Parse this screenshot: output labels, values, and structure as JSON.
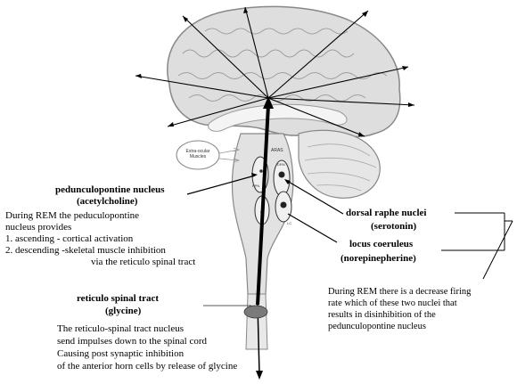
{
  "figure": {
    "small_labels": {
      "aras": "ARAS",
      "drn": "DRN",
      "lc": "LC",
      "ppn": "PPN",
      "extraocular": "Extra-ocular Muscles"
    }
  },
  "ppn_block": {
    "title": "pedunculopontine nucleus",
    "subtitle": "(acetylcholine)",
    "line1": "During REM the peduculopontine",
    "line2": "nucleus provides",
    "item1": "1. ascending - cortical activation",
    "item2": "2. descending -skeletal muscle inhibition",
    "item2b": "via the reticulo spinal tract"
  },
  "reticulo_block": {
    "title": "reticulo spinal tract",
    "subtitle": "(glycine)",
    "line1": "The reticulo-spinal tract nucleus",
    "line2": "send impulses down to the spinal cord",
    "line3": "Causing post synaptic inhibition",
    "line4": "of the anterior horn cells by release of glycine"
  },
  "raphe_block": {
    "title": "dorsal raphe nuclei",
    "subtitle": "(serotonin)"
  },
  "lc_block": {
    "title": "locus coeruleus",
    "subtitle": "(norepinepherine)"
  },
  "rem_note": {
    "line1": "During REM there is a decrease firing",
    "line2": "rate which of these two nuclei that",
    "line3": "results in disinhibition of the",
    "line4": "pedunculopontine nucleus"
  }
}
